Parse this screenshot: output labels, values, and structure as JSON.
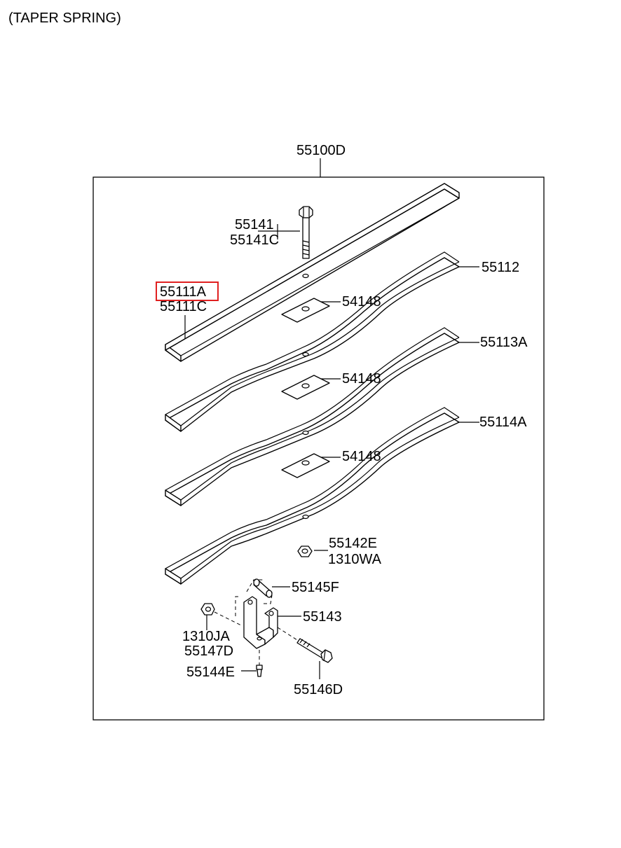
{
  "page": {
    "header": "(TAPER SPRING)"
  },
  "diagram": {
    "assembly_label": "55100D",
    "highlight_color": "#e02020",
    "parts": {
      "bolt": [
        "55141",
        "55141C"
      ],
      "leaf_1": [
        "55111A",
        "55111C"
      ],
      "leaf_2": "55112",
      "leaf_3": "55113A",
      "leaf_4": "55114A",
      "pad": "54148",
      "nut": [
        "55142E",
        "1310WA"
      ],
      "bushing": "55145F",
      "shackle": "55143",
      "shackle_nut": [
        "1310JA",
        "55147D"
      ],
      "grease_nipple": "55144E",
      "shackle_bolt": "55146D"
    },
    "highlighted_part": "55111A"
  }
}
